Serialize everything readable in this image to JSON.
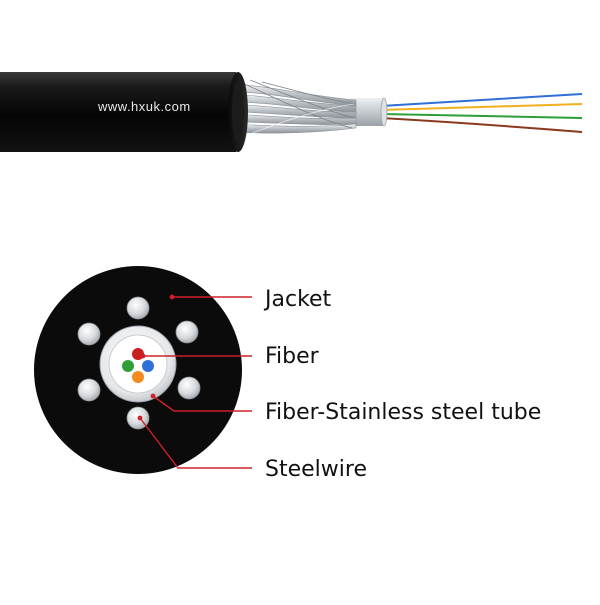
{
  "website": "www.hxuk.com",
  "labels": {
    "jacket": "Jacket",
    "fiber": "Fiber",
    "tube": "Fiber-Stainless steel tube",
    "steelwire": "Steelwire"
  },
  "colors": {
    "jacket": "#0b0b0b",
    "leader_line": "#d0202a",
    "steel": "#c8ccd0",
    "fiber_blue": "#2f6fd6",
    "fiber_yellow": "#f2b01e",
    "fiber_green": "#2f9e3a",
    "fiber_brown": "#8a3a1e",
    "fiber_red": "#c8201e",
    "fiber_orange": "#f28a1e"
  }
}
